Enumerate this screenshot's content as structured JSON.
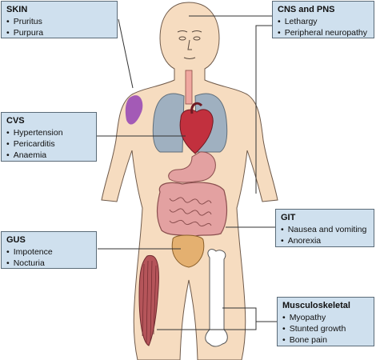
{
  "diagram": {
    "boxes": [
      {
        "id": "skin",
        "title": "SKIN",
        "items": [
          "Pruritus",
          "Purpura"
        ]
      },
      {
        "id": "cns",
        "title": "CNS and PNS",
        "items": [
          "Lethargy",
          "Peripheral neuropathy"
        ]
      },
      {
        "id": "cvs",
        "title": "CVS",
        "items": [
          "Hypertension",
          "Pericarditis",
          "Anaemia"
        ]
      },
      {
        "id": "git",
        "title": "GIT",
        "items": [
          "Nausea and vomiting",
          "Anorexia"
        ]
      },
      {
        "id": "gus",
        "title": "GUS",
        "items": [
          "Impotence",
          "Nocturia"
        ]
      },
      {
        "id": "musculoskeletal",
        "title": "Musculoskeletal",
        "items": [
          "Myopathy",
          "Stunted growth",
          "Bone pain"
        ]
      }
    ],
    "colors": {
      "box_fill": "#cfe0ee",
      "skin_tone": "#f6dcc0",
      "lung": "#9fb0c0",
      "heart": "#c2303e",
      "stomach": "#e3a1a1",
      "bladder": "#e4b070",
      "purpura": "#9a4bb5",
      "bone": "#ffffff",
      "muscle": "#b5555a"
    }
  }
}
